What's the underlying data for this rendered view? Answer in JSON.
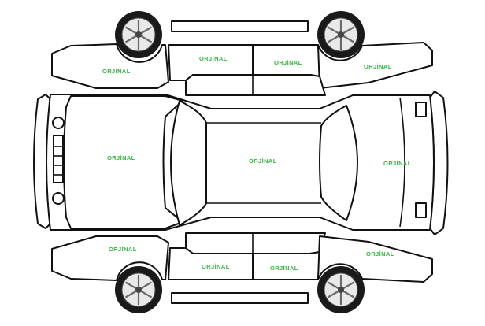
{
  "status_color": "#3bb54a",
  "panels": {
    "left_front_fender": "ORJİNAL",
    "left_front_door": "ORJİNAL",
    "left_rear_door": "ORJİNAL",
    "left_rear_quarter": "ORJİNAL",
    "hood": "ORJİNAL",
    "roof": "ORJİNAL",
    "trunk": "ORJİNAL",
    "right_front_fender": "ORJİNAL",
    "right_front_door": "ORJİNAL",
    "right_rear_door": "ORJİNAL",
    "right_rear_quarter": "ORJİNAL"
  },
  "icons": [
    "wheel-icon"
  ]
}
